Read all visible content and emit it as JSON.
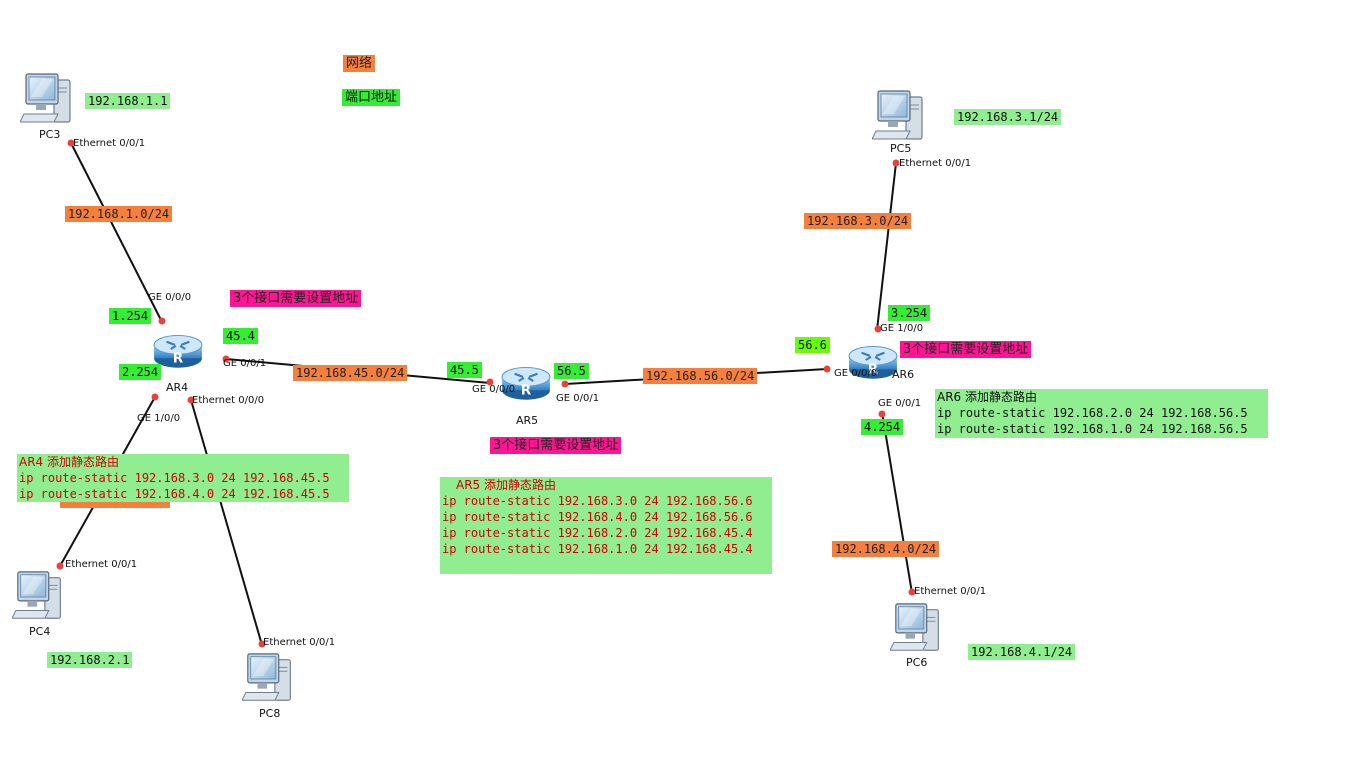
{
  "legend": {
    "network": "网络",
    "port_address": "端口地址"
  },
  "devices": {
    "pc3": "PC3",
    "pc4": "PC4",
    "pc8": "PC8",
    "pc5": "PC5",
    "pc6": "PC6",
    "ar4": "AR4",
    "ar5": "AR5",
    "ar6": "AR6"
  },
  "ports": {
    "pc3_eth": "Ethernet 0/0/1",
    "ar4_ge000": "GE 0/0/0",
    "ar4_ge001": "GE 0/0/1",
    "ar4_ge100": "GE 1/0/0",
    "ar4_eth000": "Ethernet 0/0/0",
    "pc4_eth": "Ethernet 0/0/1",
    "pc8_eth": "Ethernet 0/0/1",
    "ar5_ge000": "GE 0/0/0",
    "ar5_ge001": "GE 0/0/1",
    "ar6_ge000": "GE 0/0/0",
    "ar6_ge100": "GE 1/0/0",
    "ar6_ge001": "GE 0/0/1",
    "pc5_eth": "Ethernet 0/0/1",
    "pc6_eth": "Ethernet 0/0/1"
  },
  "addresses": {
    "pc3": "192.168.1.1",
    "pc4": "192.168.2.1",
    "pc5": "192.168.3.1/24",
    "pc6": "192.168.4.1/24",
    "ar4_a": "1.254",
    "ar4_b": "45.4",
    "ar4_c": "2.254",
    "ar5_a": "45.5",
    "ar5_b": "56.5",
    "ar6_a": "56.6",
    "ar6_b": "3.254",
    "ar6_c": "4.254"
  },
  "networks": {
    "n1": "192.168.1.0/24",
    "n45": "192.168.45.0/24",
    "n56": "192.168.56.0/24",
    "n3": "192.168.3.0/24",
    "n4": "192.168.4.0/24"
  },
  "notes": {
    "three_ifaces": "3个接口需要设置地址"
  },
  "ar4_routes": {
    "title": "AR4 添加静态路由",
    "lines": [
      "ip route-static 192.168.3.0 24 192.168.45.5",
      "ip route-static 192.168.4.0 24 192.168.45.5"
    ]
  },
  "ar5_routes": {
    "title": "AR5 添加静态路由",
    "lines": [
      "ip route-static 192.168.3.0 24 192.168.56.6",
      "ip route-static 192.168.4.0 24 192.168.56.6",
      "ip route-static 192.168.2.0 24 192.168.45.4",
      "ip route-static 192.168.1.0 24 192.168.45.4"
    ]
  },
  "ar6_routes": {
    "title": "AR6 添加静态路由",
    "lines": [
      "ip route-static 192.168.2.0 24 192.168.56.5",
      "ip route-static 192.168.1.0 24 192.168.56.5"
    ]
  },
  "colors": {
    "network": "#f5803e",
    "address": "#33ee33",
    "note": "#ff1493",
    "config": "#90ee90",
    "port_dot": "#e8423a"
  }
}
